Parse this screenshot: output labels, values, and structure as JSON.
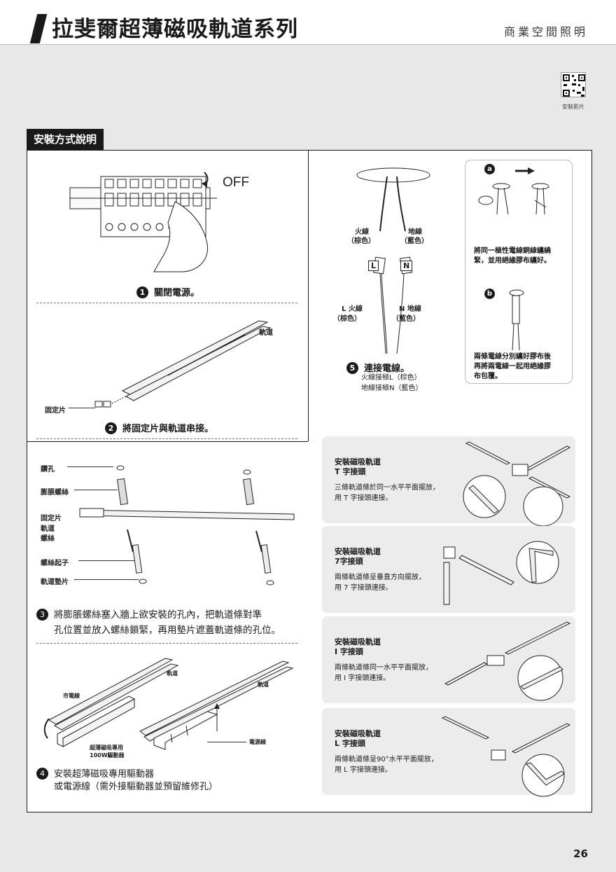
{
  "header": {
    "title": "拉斐爾超薄磁吸軌道系列",
    "category": "商業空間照明"
  },
  "qr": {
    "caption": "安裝影片"
  },
  "section": {
    "tab": "安裝方式說明"
  },
  "steps": {
    "s1": {
      "num": "1",
      "text": "關閉電源。",
      "off": "OFF"
    },
    "s2": {
      "num": "2",
      "text": "將固定片與軌道串接。",
      "rail": "軌道",
      "clip": "固定片"
    },
    "s3": {
      "num": "3",
      "line1": "將膨脹螺絲塞入牆上欲安裝的孔內，把軌道條對準",
      "line2": "孔位置並放入螺絲鎖緊，再用墊片遮蓋軌道條的孔位。",
      "labels": {
        "hole": "鑽孔",
        "anchor": "膨脹螺絲",
        "clip": "固定片",
        "rail": "軌道",
        "screw": "螺絲",
        "driver": "螺絲起子",
        "pad": "軌道墊片"
      }
    },
    "s4": {
      "num": "4",
      "line1": "安裝超薄磁吸專用驅動器",
      "line2": "或電源線（需外接驅動器並預留維修孔）",
      "labels": {
        "cable": "市電線",
        "rail_a": "軌道",
        "rail_b": "軌道",
        "driver": "超薄磁吸專用",
        "driver2": "100W驅動器",
        "power": "電源線"
      }
    },
    "s5": {
      "num": "5",
      "text": "連接電線。",
      "sub1": "火線接極L（棕色）",
      "sub2": "地線接極N（藍色）",
      "labels": {
        "live": "火線",
        "live_c": "（棕色）",
        "neutral": "地線",
        "neutral_c": "（藍色）",
        "l_live": "L 火線",
        "l_live_c": "（棕色）",
        "n_neu": "N 地線",
        "n_neu_c": "（藍色）",
        "tag_l": "L",
        "tag_n": "N"
      }
    },
    "s_a": {
      "mark": "a",
      "line1": "將同一極性電線銅線纏繞",
      "line2": "緊，並用絕緣膠布纏好。"
    },
    "s_b": {
      "mark": "b",
      "line1": "兩條電線分別纏好膠布後",
      "line2": "再將兩電線一起用絕緣膠",
      "line3": "布包覆。"
    }
  },
  "connectors": [
    {
      "title1": "安裝磁吸軌道",
      "title2": "T 字接頭",
      "desc1": "三條軌道條於同一水平平面擺放，",
      "desc2": "用 T 字接頭連接。"
    },
    {
      "title1": "安裝磁吸軌道",
      "title2": "7字接頭",
      "desc1": "兩條軌道條呈垂直方向擺放，",
      "desc2": "用 7 字接頭連接。"
    },
    {
      "title1": "安裝磁吸軌道",
      "title2": "I 字接頭",
      "desc1": "兩條軌道條同一水平平面擺放，",
      "desc2": "用 I 字接頭連接。"
    },
    {
      "title1": "安裝磁吸軌道",
      "title2": "L 字接頭",
      "desc1": "兩條軌道條呈90°水平平面擺放，",
      "desc2": "用 L 字接頭連接。"
    }
  ],
  "page": {
    "number": "26"
  }
}
